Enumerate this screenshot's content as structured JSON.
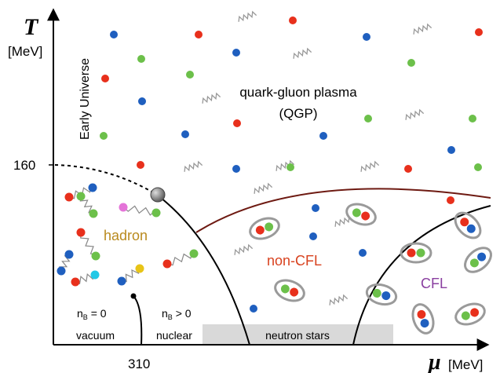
{
  "axes": {
    "y_symbol": "T",
    "y_unit": "[MeV]",
    "x_symbol": "μ",
    "x_unit": "[MeV]",
    "y_tick": "160",
    "x_tick": "310"
  },
  "regions": {
    "early_universe": "Early Universe",
    "qgp_line1": "quark-gluon plasma",
    "qgp_line2": "(QGP)",
    "hadron": "hadron",
    "non_cfl": "non-CFL",
    "cfl": "CFL",
    "nb_zero": "n",
    "nb_zero_sub": "B",
    "nb_zero_rest": " = 0",
    "nb_pos": "n",
    "nb_pos_sub": "B",
    "nb_pos_rest": " > 0",
    "vacuum": "vacuum",
    "nuclear": "nuclear",
    "neutron_stars": "neutron stars"
  },
  "colors": {
    "quark_red": "#e8301c",
    "quark_green": "#6cc04a",
    "quark_blue": "#1f5fbf",
    "hadron_label": "#b98a1e",
    "noncfl_label": "#d8421f",
    "cfl_label": "#8a3fa0",
    "neutron_band": "#d9d9d9"
  }
}
